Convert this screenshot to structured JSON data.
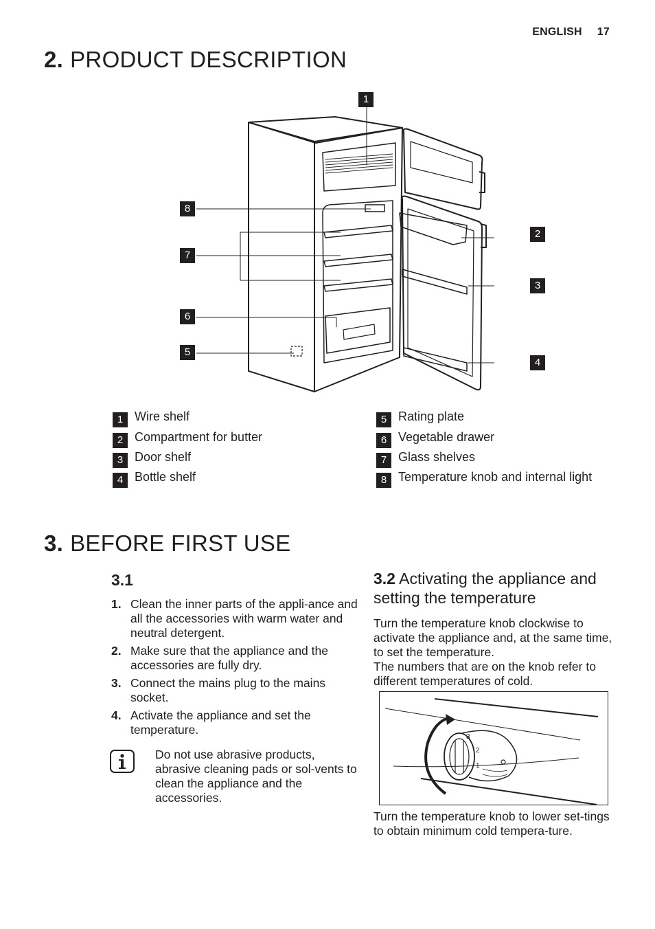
{
  "header": {
    "language": "ENGLISH",
    "page_number": "17"
  },
  "section2": {
    "number": "2.",
    "title": "PRODUCT DESCRIPTION",
    "callouts": [
      "1",
      "2",
      "3",
      "4",
      "5",
      "6",
      "7",
      "8"
    ],
    "legend_left": [
      {
        "num": "1",
        "label": "Wire shelf"
      },
      {
        "num": "2",
        "label": "Compartment for butter"
      },
      {
        "num": "3",
        "label": "Door shelf"
      },
      {
        "num": "4",
        "label": "Bottle shelf"
      }
    ],
    "legend_right": [
      {
        "num": "5",
        "label": "Rating plate"
      },
      {
        "num": "6",
        "label": "Vegetable drawer"
      },
      {
        "num": "7",
        "label": "Glass shelves"
      },
      {
        "num": "8",
        "label": "Temperature knob and internal light"
      }
    ]
  },
  "section3": {
    "number": "3.",
    "title": "BEFORE FIRST USE",
    "sub1": {
      "number": "3.1",
      "title": ""
    },
    "steps": [
      {
        "n": "1.",
        "text": "Clean the inner parts of the appli-ance and all the accessories with warm water and neutral detergent."
      },
      {
        "n": "2.",
        "text": "Make sure that the appliance and the accessories are fully dry."
      },
      {
        "n": "3.",
        "text": "Connect the mains plug to the mains socket."
      },
      {
        "n": "4.",
        "text": "Activate the appliance and set the temperature."
      }
    ],
    "note": "Do not use abrasive products, abrasive cleaning pads or sol-vents to clean the appliance and the accessories.",
    "sub2": {
      "number": "3.2",
      "title": "Activating the appliance and setting the temperature"
    },
    "para1": "Turn the temperature knob clockwise to activate the appliance and, at the same time, to set the temperature.",
    "para2": "The numbers that are on the knob refer to different temperatures of cold.",
    "knob_marks": [
      "3",
      "2",
      "1"
    ],
    "para3": "Turn the temperature knob to lower set-tings to obtain minimum cold tempera-ture."
  }
}
